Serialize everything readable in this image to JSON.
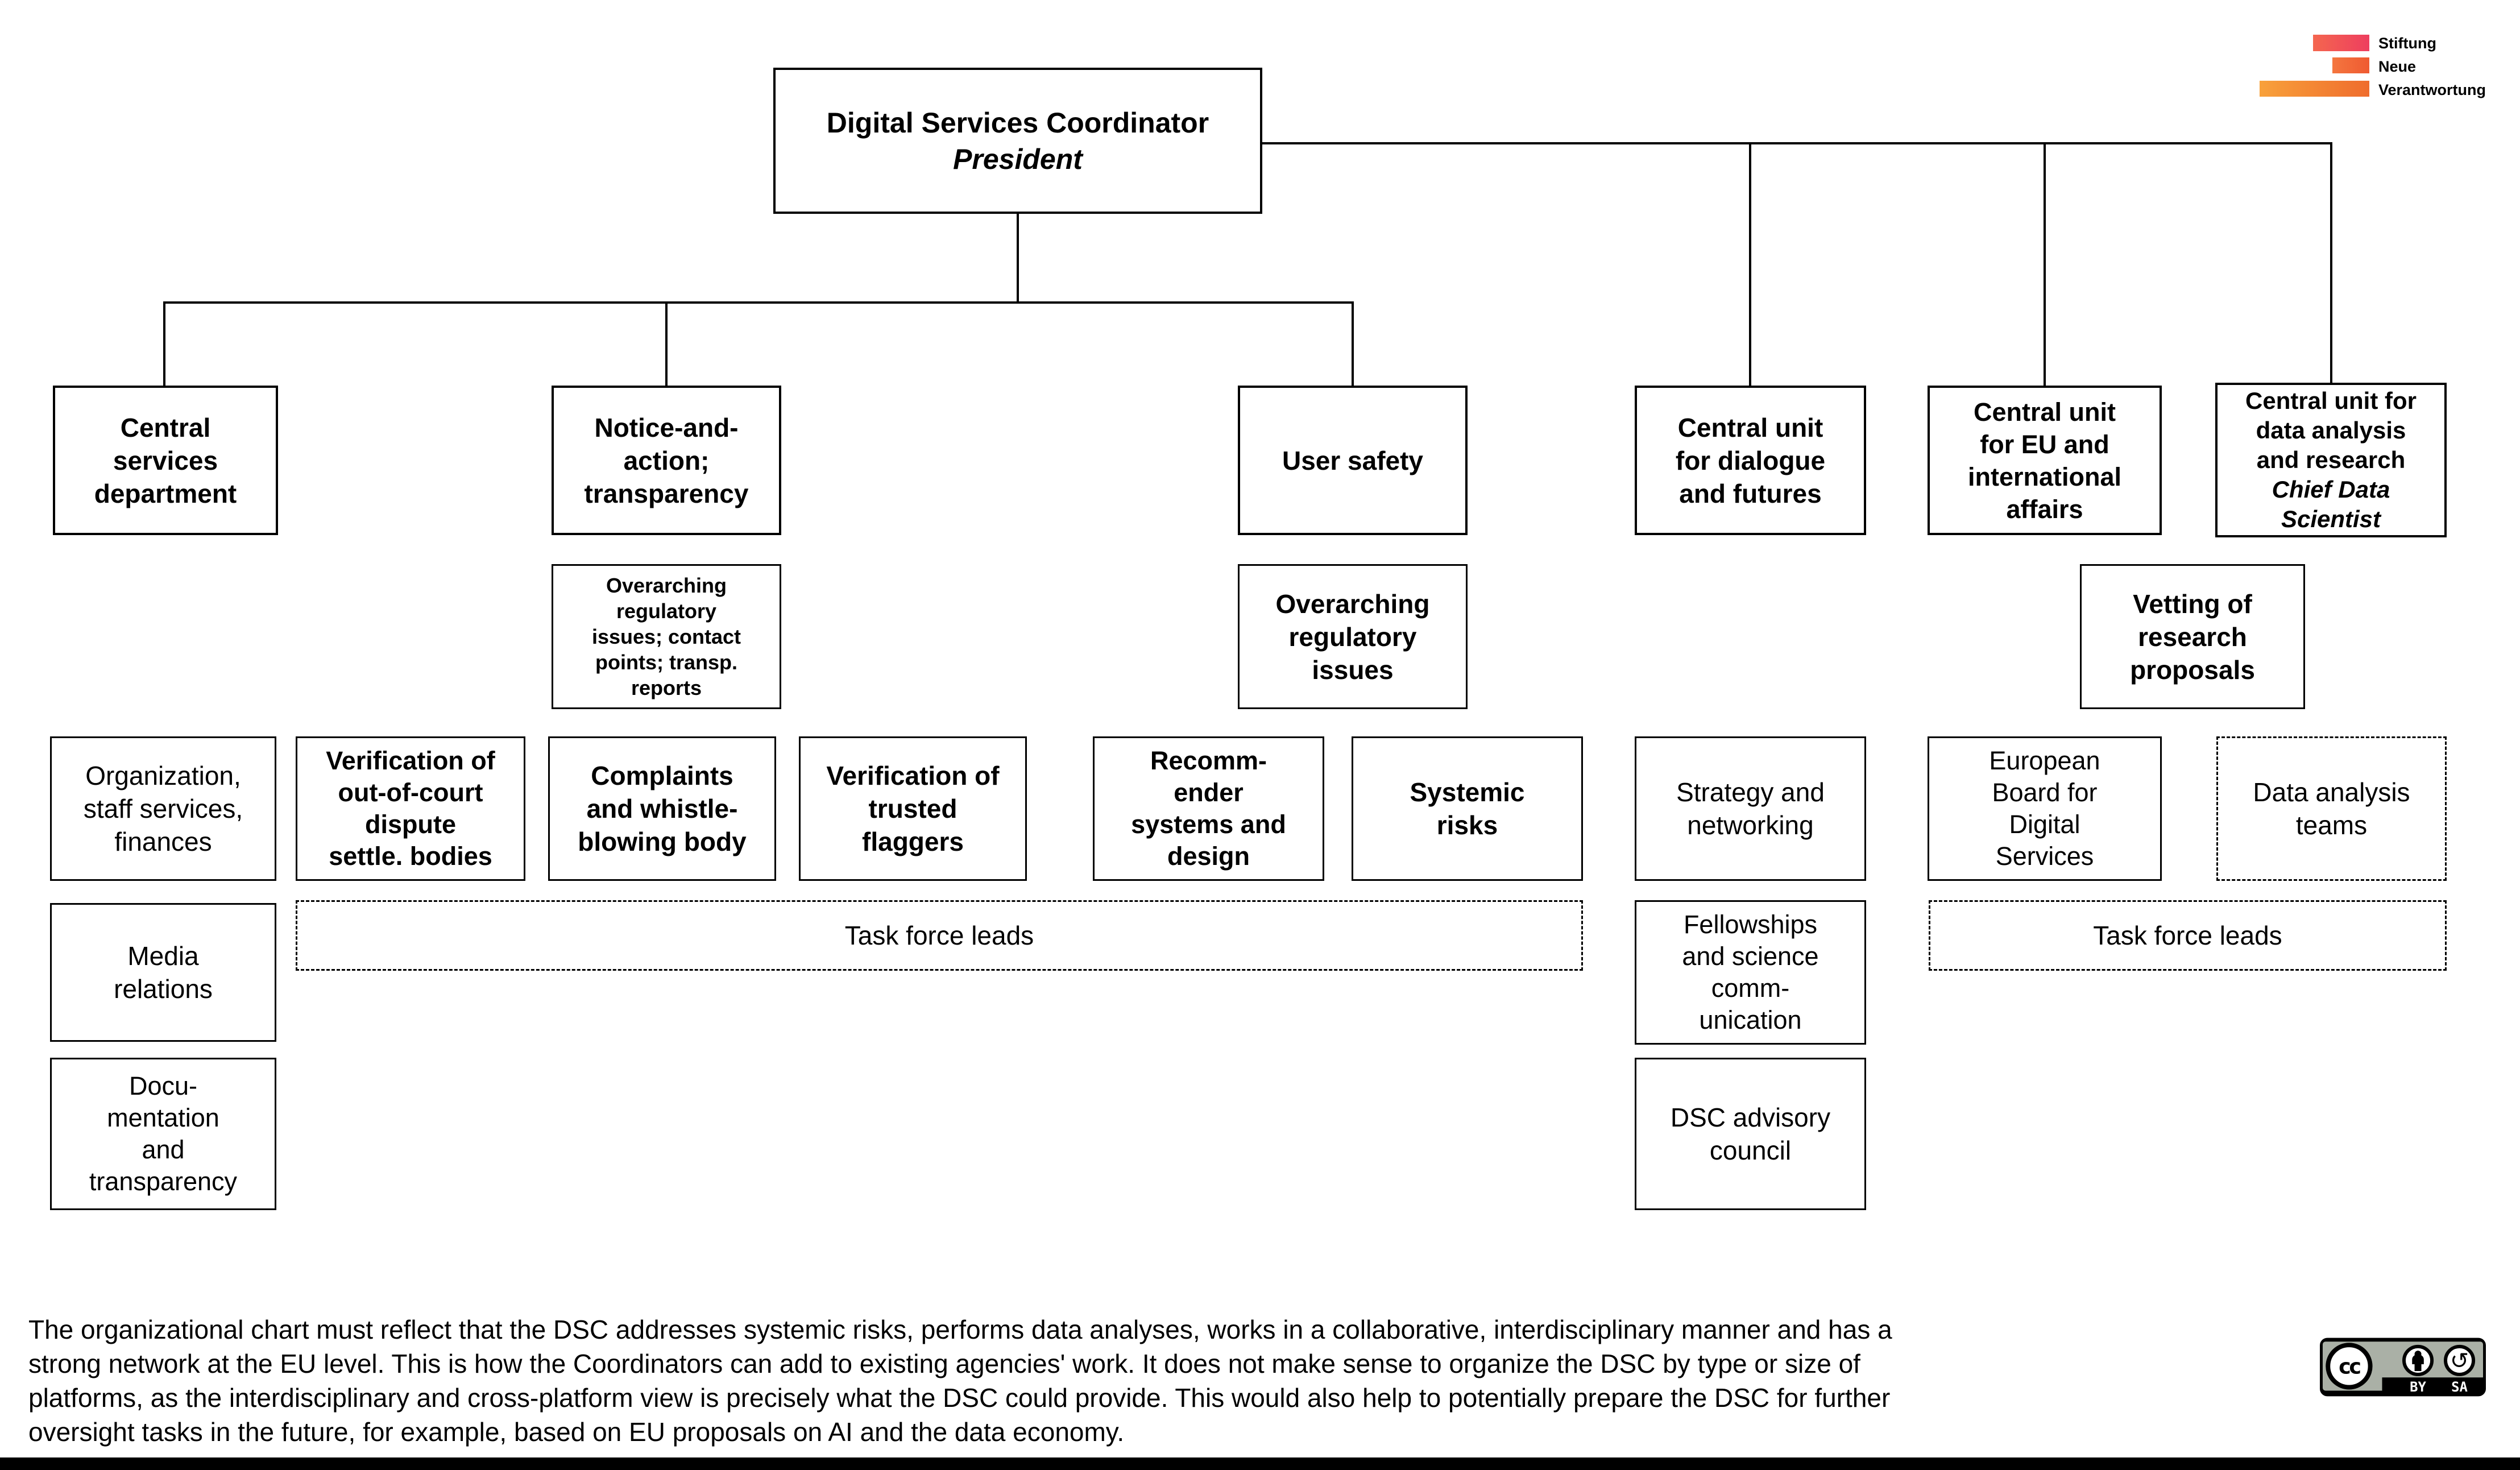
{
  "page": {
    "background": "#ffffff",
    "line_color": "#000000",
    "bottom_bar_color": "#000000"
  },
  "logo": {
    "name": "Stiftung Neue Verantwortung",
    "lines": [
      "Stiftung",
      "Neue",
      "Verantwortung"
    ],
    "bar_colors": {
      "bar1": [
        "#f4664f",
        "#ee3e5f"
      ],
      "bar2": [
        "#f4763f",
        "#ef5a31"
      ],
      "bar3": [
        "#f8a13b",
        "#ef6c2d"
      ]
    }
  },
  "nodes": {
    "top": {
      "label": "Digital Services Coordinator",
      "sublabel": "President"
    },
    "central_services": {
      "label": "Central\nservices\ndepartment"
    },
    "notice_action": {
      "label": "Notice-and-\naction;\ntransparency"
    },
    "user_safety": {
      "label": "User safety"
    },
    "dialogue_futures": {
      "label": "Central unit\nfor dialogue\nand futures"
    },
    "eu_international": {
      "label": "Central unit\nfor EU and\ninternational\naffairs"
    },
    "data_analysis_unit": {
      "label": "Central unit for\ndata analysis\nand research",
      "sublabel": "Chief Data\nScientist"
    },
    "reg_transp": {
      "label": "Overarching\nregulatory\nissues; contact\npoints; transp.\nreports"
    },
    "reg_issues": {
      "label": "Overarching\nregulatory\nissues"
    },
    "vetting": {
      "label": "Vetting of\nresearch\nproposals"
    },
    "org_staff": {
      "label": "Organization,\nstaff services,\nfinances"
    },
    "out_of_court": {
      "label": "Verification of\nout-of-court\ndispute\nsettle. bodies"
    },
    "complaints": {
      "label": "Complaints\nand whistle-\nblowing body"
    },
    "trusted_flaggers": {
      "label": "Verification of\ntrusted\nflaggers"
    },
    "recommender": {
      "label": "Recomm-\nender\nsystems and\ndesign"
    },
    "systemic_risks": {
      "label": "Systemic\nrisks"
    },
    "strategy": {
      "label": "Strategy and\nnetworking"
    },
    "european_board": {
      "label": "European\nBoard for\nDigital\nServices"
    },
    "data_teams": {
      "label": "Data analysis\nteams"
    },
    "media_relations": {
      "label": "Media\nrelations"
    },
    "task_force_left": {
      "label": "Task force leads"
    },
    "fellowships": {
      "label": "Fellowships\nand science\ncomm-\nunication"
    },
    "task_force_right": {
      "label": "Task force leads"
    },
    "documentation": {
      "label": "Docu-\nmentation\nand\ntransparency"
    },
    "dsc_advisory": {
      "label": "DSC advisory\ncouncil"
    }
  },
  "footer": {
    "paragraph": "The organizational chart must reflect that the DSC addresses systemic risks, performs data analyses, works in a collaborative, interdisciplinary manner and has a\nstrong network at the EU level. This is how the Coordinators can add to existing agencies' work. It does not make sense to organize the DSC by type or size of\nplatforms, as the interdisciplinary and cross-platform view is precisely what the DSC could provide. This would also help to potentially prepare the DSC for further\noversight tasks in the future, for example, based on EU proposals on AI and the data economy."
  },
  "license": {
    "cc_label": "CC",
    "by_label": "BY",
    "sa_label": "SA"
  }
}
